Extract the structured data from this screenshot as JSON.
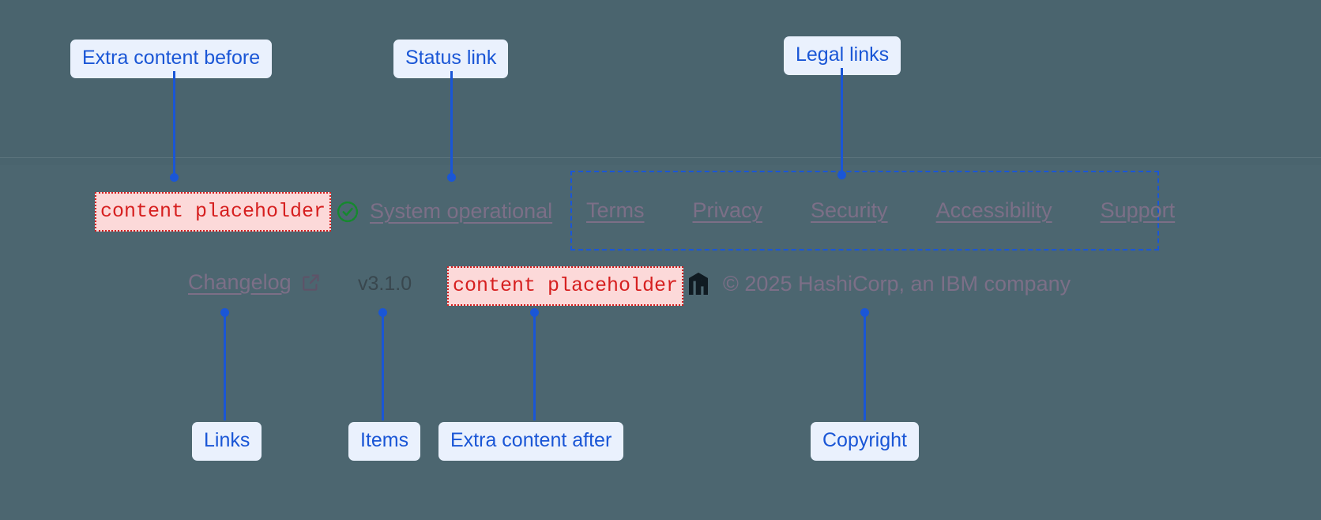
{
  "annotations": {
    "extra_before": "Extra content before",
    "status_link": "Status link",
    "legal_links": "Legal links",
    "links": "Links",
    "items": "Items",
    "extra_after": "Extra content after",
    "copyright": "Copyright"
  },
  "footer": {
    "extra_before_slot": "content placeholder",
    "extra_after_slot": "content placeholder",
    "status": {
      "icon": "check-circle-icon",
      "label": "System operational"
    },
    "legal_links": [
      {
        "label": "Terms"
      },
      {
        "label": "Privacy"
      },
      {
        "label": "Security"
      },
      {
        "label": "Accessibility"
      },
      {
        "label": "Support"
      }
    ],
    "changelog": {
      "label": "Changelog",
      "icon": "external-link-icon"
    },
    "version": "v3.1.0",
    "brand": {
      "icon": "hashicorp-logo-icon",
      "copyright": "© 2025 HashiCorp, an IBM company"
    }
  },
  "colors": {
    "background": "#4c6670",
    "annotation_accent": "#1a56d6",
    "annotation_chip_bg": "#eaf1fd",
    "placeholder_border": "#d61f1f",
    "placeholder_bg": "#fcd9d9",
    "status_icon": "#15892e",
    "muted_text": "#7c6f87",
    "version_text": "#39474e"
  }
}
